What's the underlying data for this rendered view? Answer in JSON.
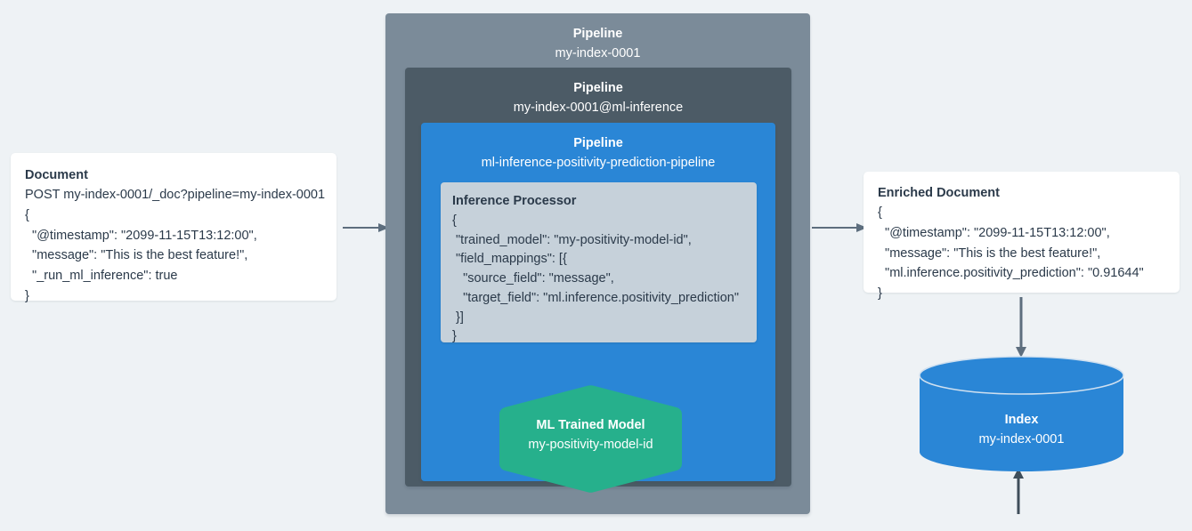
{
  "diagram": {
    "title": "Elasticsearch ML inference ingest pipeline flow",
    "background_color": "#eef2f5"
  },
  "request_document": {
    "title": "Document",
    "lines": [
      "POST my-index-0001/_doc?pipeline=my-index-0001",
      "{",
      "  \"@timestamp\": \"2099-11-15T13:12:00\",",
      "  \"message\": \"This is the best feature!\",",
      "  \"_run_ml_inference\": true",
      "}"
    ]
  },
  "pipelines": {
    "outer": {
      "kind": "Pipeline",
      "name": "my-index-0001",
      "color": "#7b8b99"
    },
    "middle": {
      "kind": "Pipeline",
      "name": "my-index-0001@ml-inference",
      "color": "#4c5b66"
    },
    "inner": {
      "kind": "Pipeline",
      "name": "ml-inference-positivity-prediction-pipeline",
      "color": "#2a86d6"
    }
  },
  "processor": {
    "title": "Inference Processor",
    "color": "#c6d1da",
    "lines": [
      "{",
      " \"trained_model\": \"my-positivity-model-id\",",
      " \"field_mappings\": [{",
      "   \"source_field\": \"message\",",
      "   \"target_field\": \"ml.inference.positivity_prediction\"",
      " }]",
      "}"
    ]
  },
  "trained_model": {
    "kind": "ML Trained Model",
    "name": "my-positivity-model-id",
    "color": "#26b08c"
  },
  "enriched_document": {
    "title": "Enriched Document",
    "lines": [
      "{",
      "  \"@timestamp\": \"2099-11-15T13:12:00\",",
      "  \"message\": \"This is the best feature!\",",
      "  \"ml.inference.positivity_prediction\": \"0.91644\"",
      "}"
    ]
  },
  "index": {
    "kind": "Index",
    "name": "my-index-0001",
    "color": "#2a86d6"
  },
  "arrows": {
    "color": "#5d6e7e",
    "document_to_pipeline": "Document ingested into pipeline",
    "pipeline_to_enriched": "Pipeline outputs enriched document",
    "enriched_to_index": "Enriched document written to index",
    "model_to_processor": "Trained model used by inference processor"
  }
}
